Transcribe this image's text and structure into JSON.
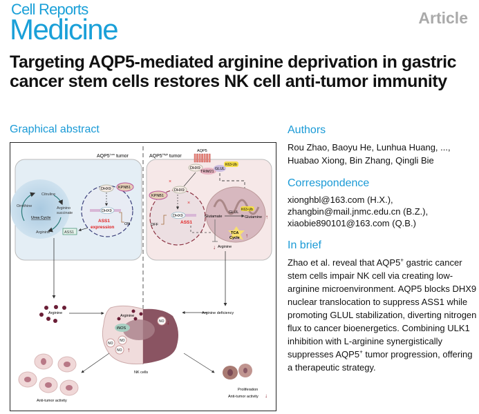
{
  "journal": {
    "line1": "Cell Reports",
    "line2": "Medicine",
    "type": "Article"
  },
  "title": "Targeting AQP5-mediated arginine deprivation in gastric cancer stem cells restores NK cell anti-tumor immunity",
  "graphical_abstract": {
    "heading": "Graphical abstract",
    "low_label": "AQP5",
    "low_sup": "Low",
    "low_suffix": " tumor",
    "high_label": "AQP5",
    "high_sup": "High",
    "high_suffix": " tumor",
    "aqp5": "AQP5",
    "citruline": "Citruline",
    "ornithine": "Ornithine",
    "arginino1": "Arginino",
    "arginino2": "succinate",
    "urea_cycle": "Urea Cycle",
    "arginine": "Arginine",
    "ass1": "ASS1",
    "dhx9": "DHX9",
    "kpnb1": "KPNB1",
    "ass1_expression1": "ASS1",
    "ass1_expression2": "expression",
    "on": "ON",
    "off": "OFF",
    "trim21": "TRIM21",
    "glul": "GLUL",
    "k63ub": "K63-Ub",
    "glutamate": "Glutamate",
    "glutamine": "Glutamine",
    "tca1": "TCA",
    "tca2": "Cycle",
    "inos": "iNOS",
    "no": "NO",
    "arginine_deficiency": "Arginine deficiency",
    "nk_cells": "NK cells",
    "anti_tumor_activity": "Anti-tumor activity",
    "proliferation": "Proliferation"
  },
  "authors": {
    "heading": "Authors",
    "text": "Rou Zhao, Baoyu He, Lunhua Huang, ..., Huabao Xiong, Bin Zhang, Qingli Bie"
  },
  "correspondence": {
    "heading": "Correspondence",
    "lines": [
      "xionghbl@163.com (H.X.),",
      "zhangbin@mail.jnmc.edu.cn (B.Z.),",
      "xiaobie890101@163.com (Q.B.)"
    ]
  },
  "in_brief": {
    "heading": "In brief",
    "p1": "Zhao et al. reveal that AQP5",
    "sup1": "+",
    "p2": " gastric cancer stem cells impair NK cell via creating low-arginine microenvironment. AQP5 blocks DHX9 nuclear translocation to suppress ASS1 while promoting GLUL stabilization, diverting nitrogen flux to cancer bioenergetics. Combining ULK1 inhibition with L-arginine synergistically suppresses AQP5",
    "sup2": "+",
    "p3": " tumor progression, offering a therapeutic strategy."
  }
}
